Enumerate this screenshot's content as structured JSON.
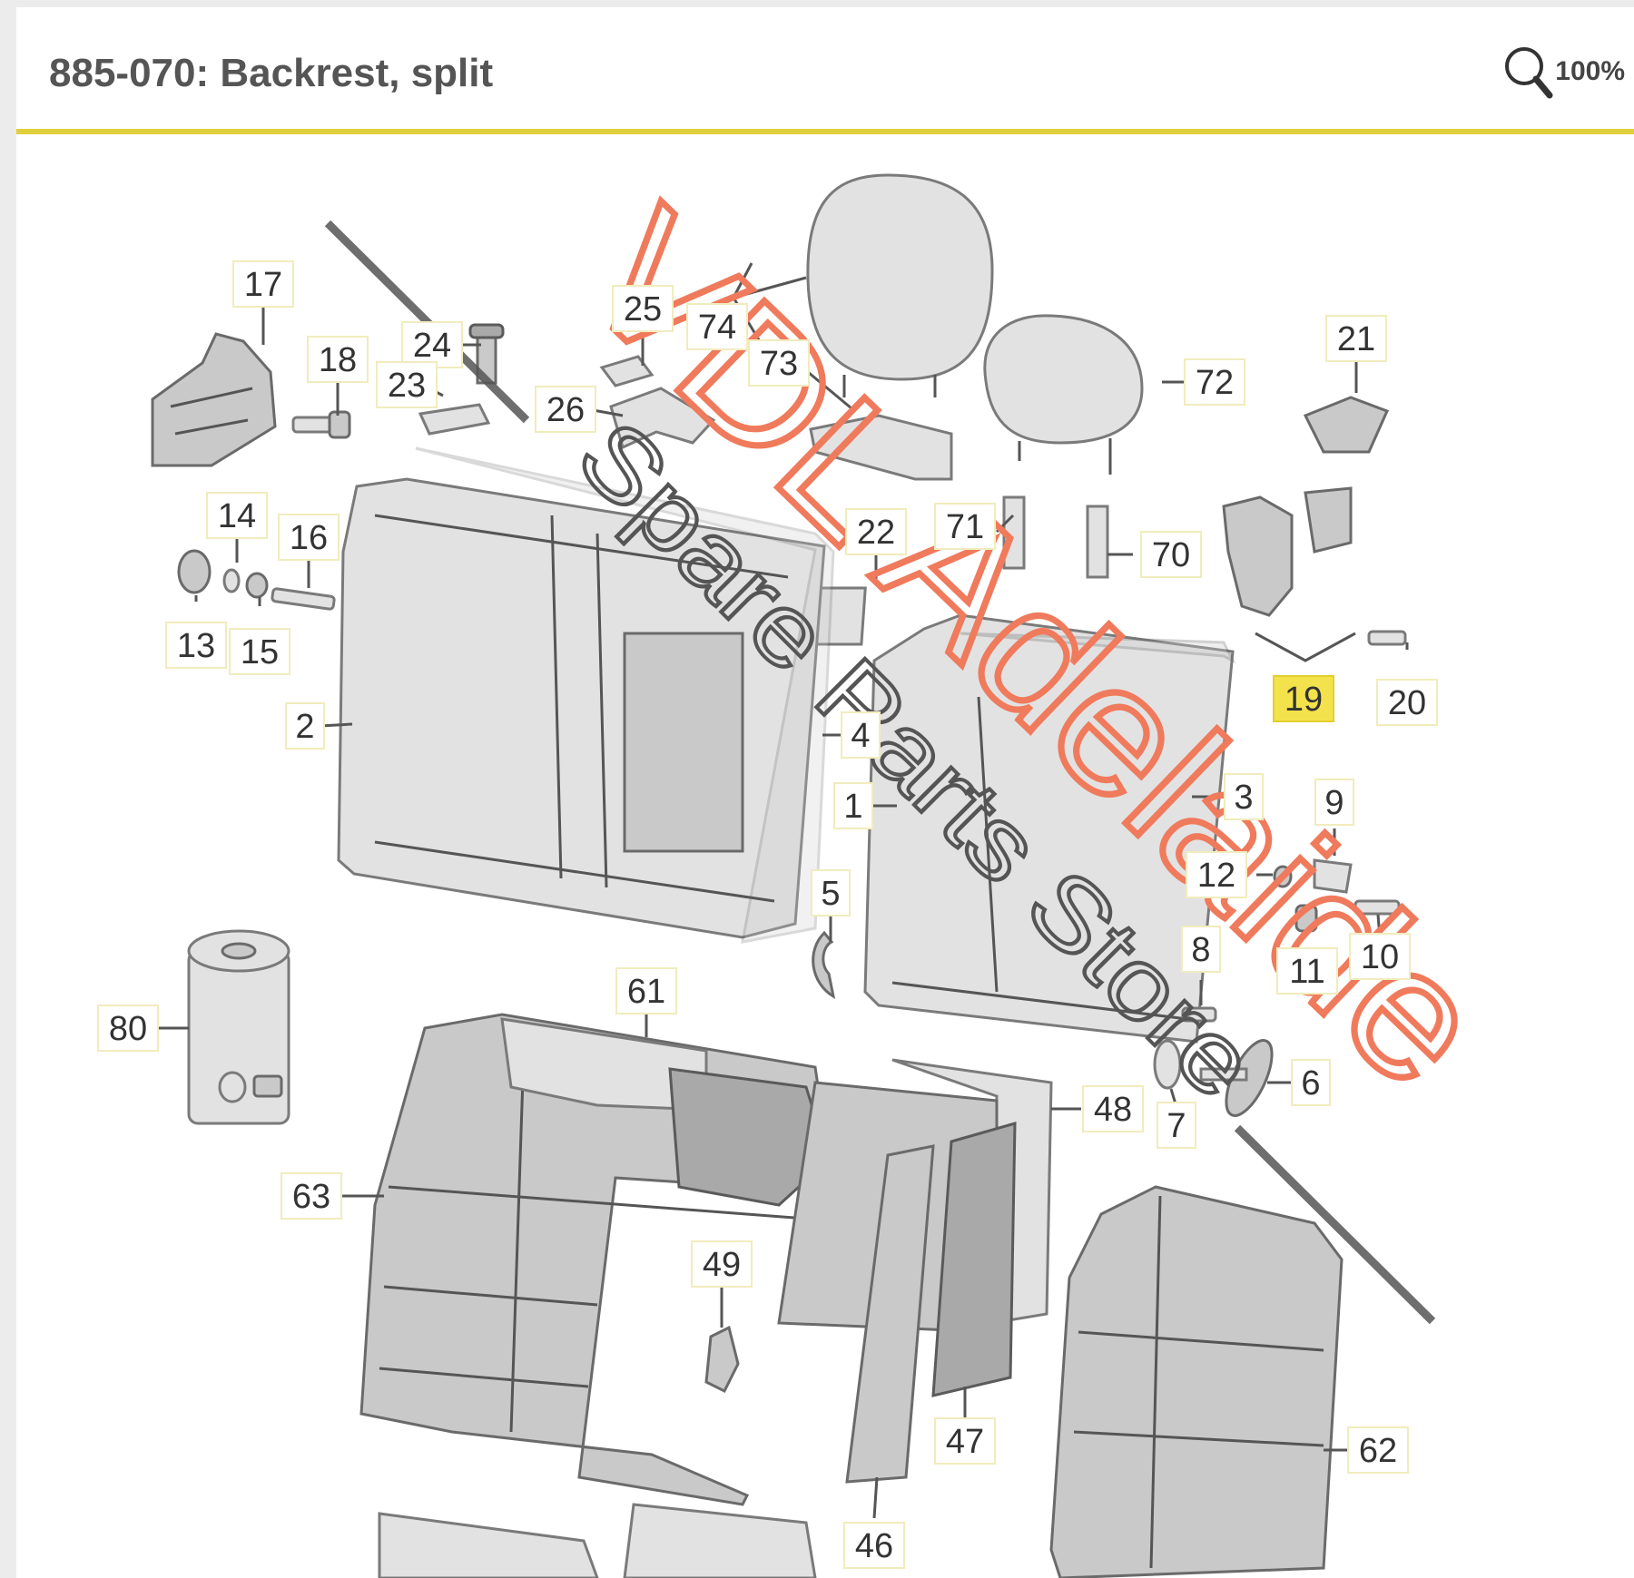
{
  "header": {
    "title": "885-070: Backrest, split",
    "zoom_label": "100%"
  },
  "watermark": {
    "line1": "VDL Adelaide",
    "line2": "Spare Parts Store",
    "color": "#f07a5c"
  },
  "colors": {
    "divider": "#e0cf3a",
    "highlight": "#f4e24d"
  },
  "callouts": [
    {
      "id": "17",
      "highlighted": false
    },
    {
      "id": "18",
      "highlighted": false
    },
    {
      "id": "24",
      "highlighted": false
    },
    {
      "id": "23",
      "highlighted": false
    },
    {
      "id": "25",
      "highlighted": false
    },
    {
      "id": "26",
      "highlighted": false
    },
    {
      "id": "74",
      "highlighted": false
    },
    {
      "id": "73",
      "highlighted": false
    },
    {
      "id": "72",
      "highlighted": false
    },
    {
      "id": "21",
      "highlighted": false
    },
    {
      "id": "14",
      "highlighted": false
    },
    {
      "id": "16",
      "highlighted": false
    },
    {
      "id": "13",
      "highlighted": false
    },
    {
      "id": "15",
      "highlighted": false
    },
    {
      "id": "22",
      "highlighted": false
    },
    {
      "id": "71",
      "highlighted": false
    },
    {
      "id": "70",
      "highlighted": false
    },
    {
      "id": "19",
      "highlighted": true
    },
    {
      "id": "20",
      "highlighted": false
    },
    {
      "id": "2",
      "highlighted": false
    },
    {
      "id": "4",
      "highlighted": false
    },
    {
      "id": "1",
      "highlighted": false
    },
    {
      "id": "3",
      "highlighted": false
    },
    {
      "id": "9",
      "highlighted": false
    },
    {
      "id": "12",
      "highlighted": false
    },
    {
      "id": "5",
      "highlighted": false
    },
    {
      "id": "8",
      "highlighted": false
    },
    {
      "id": "11",
      "highlighted": false
    },
    {
      "id": "10",
      "highlighted": false
    },
    {
      "id": "61",
      "highlighted": false
    },
    {
      "id": "80",
      "highlighted": false
    },
    {
      "id": "48",
      "highlighted": false
    },
    {
      "id": "6",
      "highlighted": false
    },
    {
      "id": "7",
      "highlighted": false
    },
    {
      "id": "63",
      "highlighted": false
    },
    {
      "id": "49",
      "highlighted": false
    },
    {
      "id": "47",
      "highlighted": false
    },
    {
      "id": "62",
      "highlighted": false
    },
    {
      "id": "46",
      "highlighted": false
    }
  ]
}
